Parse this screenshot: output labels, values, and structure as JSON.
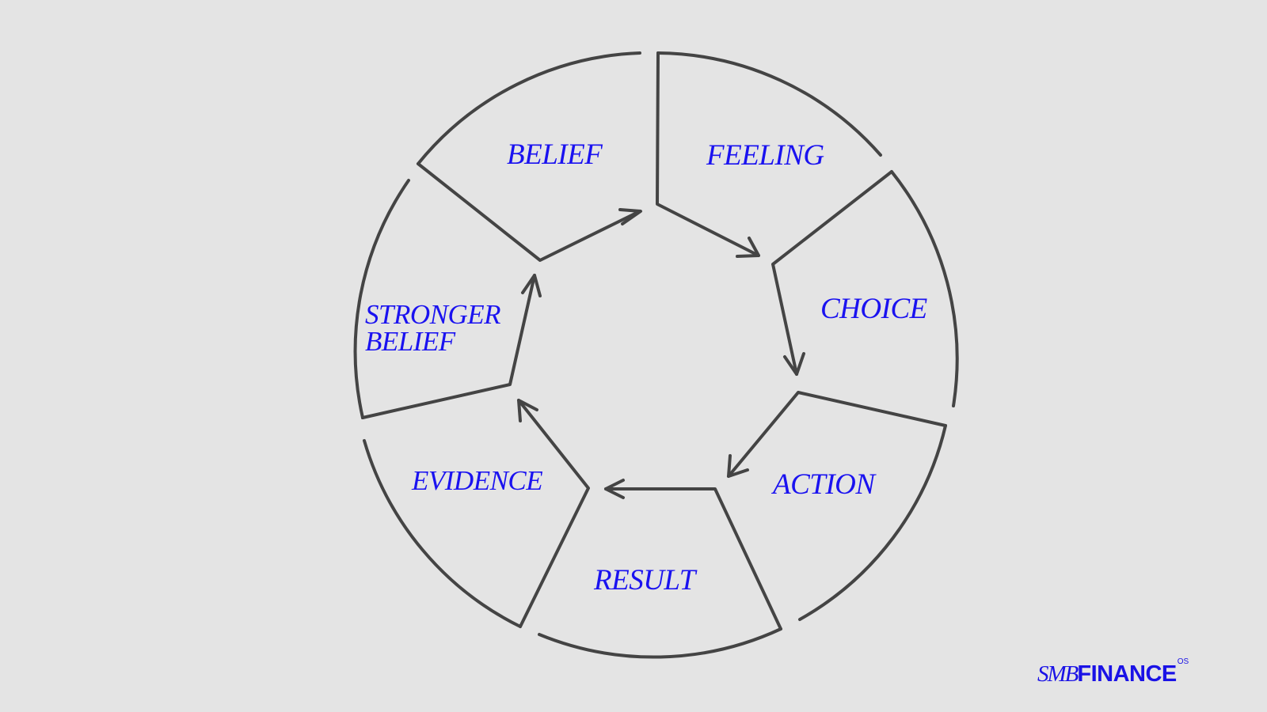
{
  "diagram": {
    "segments": [
      {
        "label": "BELIEF"
      },
      {
        "label": "FEELING"
      },
      {
        "label": "CHOICE"
      },
      {
        "label": "ACTION"
      },
      {
        "label": "RESULT"
      },
      {
        "label": "EVIDENCE"
      },
      {
        "label": "STRONGER",
        "label_line2": "BELIEF"
      }
    ],
    "colors": {
      "label": "#1a12f0",
      "outline": "#444444",
      "background": "#e4e4e4"
    }
  },
  "logo": {
    "part1": "SMB",
    "part2": "FINANCE",
    "superscript": "OS"
  }
}
